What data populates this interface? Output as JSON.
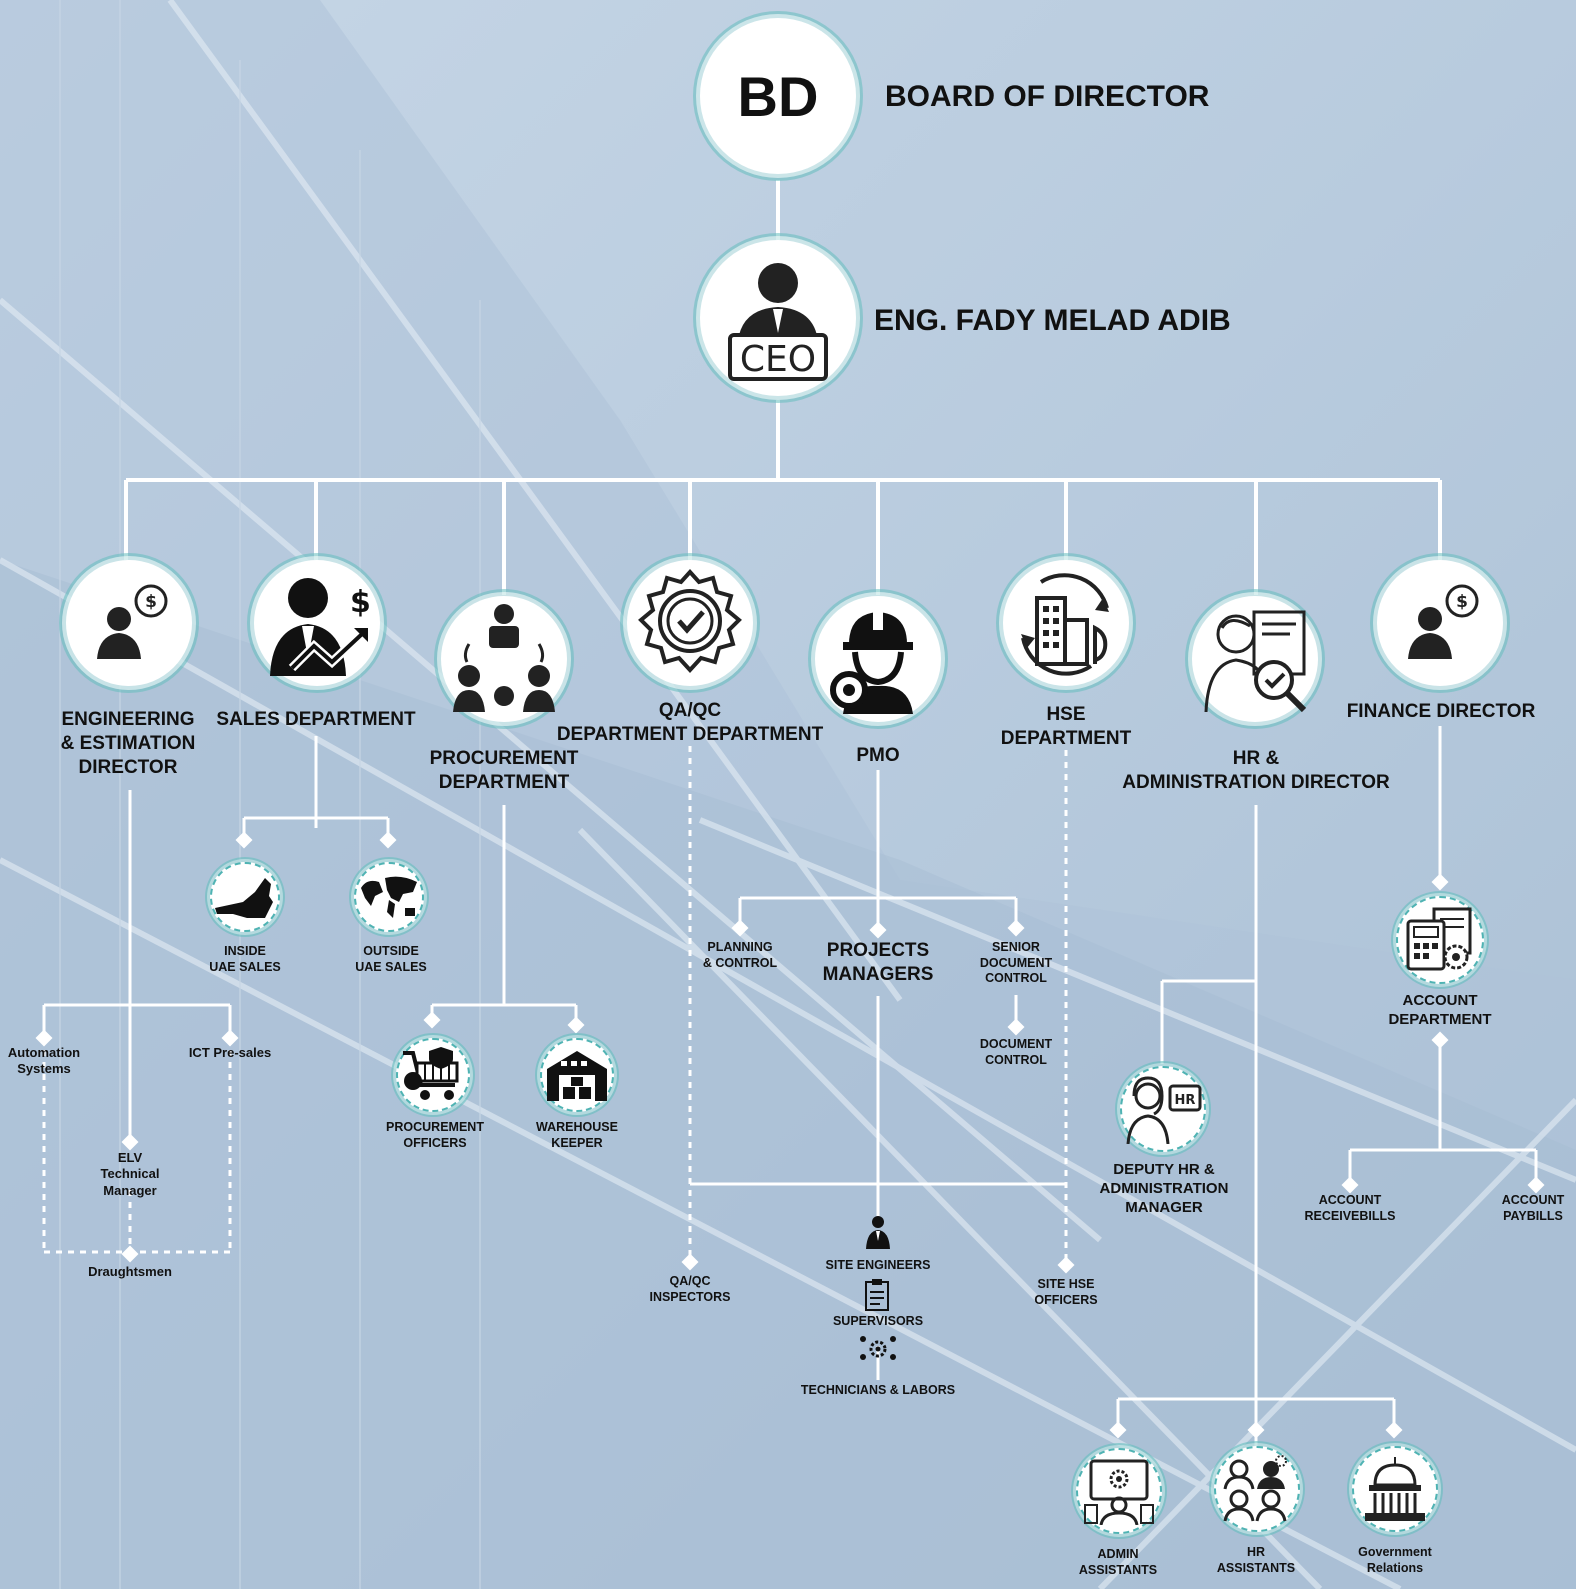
{
  "top": {
    "bd_badge": "BD",
    "bd_title": "BOARD OF DIRECTOR",
    "ceo_badge": "CEO",
    "ceo_name": "ENG. FADY MELAD ADIB"
  },
  "departments": {
    "engineering": "ENGINEERING\n& ESTIMATION\nDIRECTOR",
    "sales": "SALES DEPARTMENT",
    "procurement": "PROCUREMENT\nDEPARTMENT",
    "qaqc": "QA/QC\nDEPARTMENT DEPARTMENT",
    "pmo": "PMO",
    "hse": "HSE\nDEPARTMENT",
    "hr": "HR &\nADMINISTRATION DIRECTOR",
    "finance": "FINANCE DIRECTOR"
  },
  "engineering_team": {
    "automation": "Automation\nSystems",
    "ict": "ICT Pre-sales",
    "elv": "ELV\nTechnical\nManager",
    "draughtsmen": "Draughtsmen"
  },
  "sales_team": {
    "inside": "INSIDE\nUAE SALES",
    "outside": "OUTSIDE\nUAE SALES"
  },
  "procurement_team": {
    "officers": "PROCUREMENT\nOFFICERS",
    "warehouse": "WAREHOUSE\nKEEPER"
  },
  "pmo_team": {
    "planning": "PLANNING\n& CONTROL",
    "projects_managers": "PROJECTS\nMANAGERS",
    "senior_doc": "SENIOR\nDOCUMENT\nCONTROL",
    "doc_control": "DOCUMENT\nCONTROL",
    "site_engineers": "SITE ENGINEERS",
    "supervisors": "SUPERVISORS",
    "technicians": "TECHNICIANS & LABORS"
  },
  "qaqc_team": {
    "inspectors": "QA/QC\nINSPECTORS"
  },
  "hse_team": {
    "officers": "SITE HSE\nOFFICERS"
  },
  "hr_team": {
    "deputy": "DEPUTY HR &\nADMINISTRATION\nMANAGER",
    "admin_assistants": "ADMIN\nASSISTANTS",
    "hr_assistants": "HR\nASSISTANTS",
    "gov_relations": "Government\nRelations"
  },
  "finance_team": {
    "account_dept": "ACCOUNT\nDEPARTMENT",
    "receivebills": "ACCOUNT\nRECEIVEBILLS",
    "paybills": "ACCOUNT\nPAYBILLS"
  },
  "icons": {
    "bd": "bd-badge-icon",
    "ceo": "ceo-person-icon",
    "engineering": "director-dollar-icon",
    "sales": "sales-chart-icon",
    "procurement": "team-network-icon",
    "qaqc": "quality-badge-icon",
    "pmo": "engineer-helmet-icon",
    "hse": "building-recycle-icon",
    "hr": "hr-magnifier-icon",
    "finance": "director-dollar-icon",
    "uae": "uae-map-icon",
    "world": "world-map-icon",
    "cart": "shopping-cart-icon",
    "warehouse": "warehouse-icon",
    "account": "calculator-gear-icon",
    "deputy": "hr-woman-icon",
    "admin": "admin-screen-icon",
    "hrassist": "people-group-icon",
    "gov": "government-building-icon"
  },
  "colors": {
    "accent": "#4fb3b3",
    "line": "#ffffff",
    "background": "#b9cde0"
  }
}
